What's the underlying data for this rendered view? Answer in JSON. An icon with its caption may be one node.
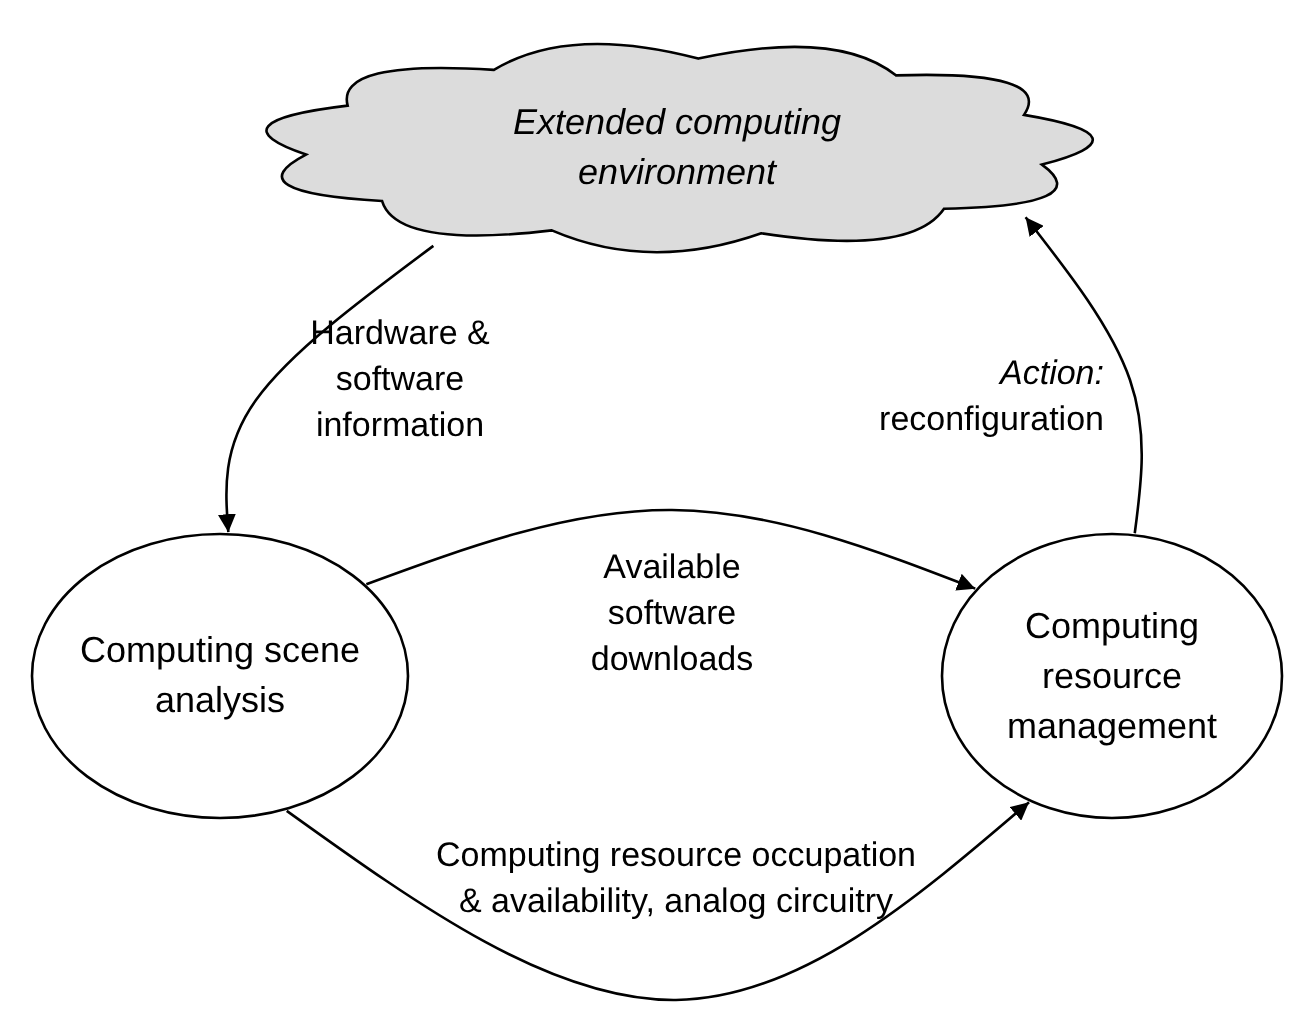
{
  "diagram": {
    "nodes": [
      {
        "text": [
          "Extended computing environment"
        ]
      },
      {
        "text": [
          "Computing scene analysis"
        ]
      },
      {
        "text": [
          "Computing resource management"
        ]
      }
    ],
    "edges": [
      {
        "from": 0,
        "to": 1,
        "arrow": "to",
        "label": "Hardware & software information"
      },
      {
        "from": 2,
        "to": 0,
        "arrow": "to",
        "label": "*Action:* reconfiguration"
      },
      {
        "from": 1,
        "to": 2,
        "arrow": "to",
        "label": "Available software downloads"
      },
      {
        "from": 1,
        "to": 2,
        "arrow": "to",
        "label": "Computing resource occupation & availability, analog circuitry"
      }
    ]
  }
}
